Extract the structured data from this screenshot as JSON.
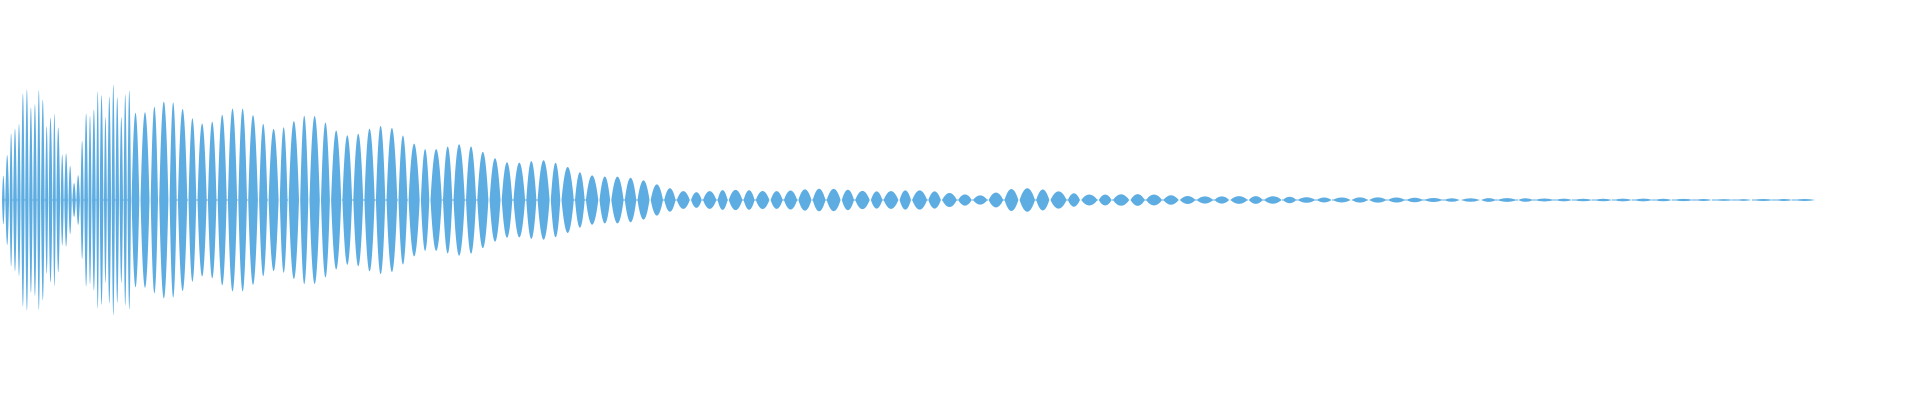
{
  "waveform": {
    "color": "#5dade2",
    "background": "#ffffff",
    "envelope": [
      {
        "t": 0.0,
        "amp": 0.3
      },
      {
        "t": 0.01,
        "amp": 0.95
      },
      {
        "t": 0.018,
        "amp": 1.0
      },
      {
        "t": 0.03,
        "amp": 0.7
      },
      {
        "t": 0.04,
        "amp": 0.12
      },
      {
        "t": 0.047,
        "amp": 0.9
      },
      {
        "t": 0.06,
        "amp": 1.0
      },
      {
        "t": 0.09,
        "amp": 0.85
      },
      {
        "t": 0.14,
        "amp": 0.78
      },
      {
        "t": 0.2,
        "amp": 0.68
      },
      {
        "t": 0.24,
        "amp": 0.52
      },
      {
        "t": 0.28,
        "amp": 0.4
      },
      {
        "t": 0.33,
        "amp": 0.25
      },
      {
        "t": 0.38,
        "amp": 0.08
      },
      {
        "t": 0.44,
        "amp": 0.1
      },
      {
        "t": 0.5,
        "amp": 0.09
      },
      {
        "t": 0.54,
        "amp": 0.05
      },
      {
        "t": 0.56,
        "amp": 0.11
      },
      {
        "t": 0.6,
        "amp": 0.06
      },
      {
        "t": 0.66,
        "amp": 0.04
      },
      {
        "t": 0.74,
        "amp": 0.025
      },
      {
        "t": 0.85,
        "amp": 0.015
      },
      {
        "t": 0.94,
        "amp": 0.01
      },
      {
        "t": 1.0,
        "amp": 0.008
      }
    ]
  }
}
